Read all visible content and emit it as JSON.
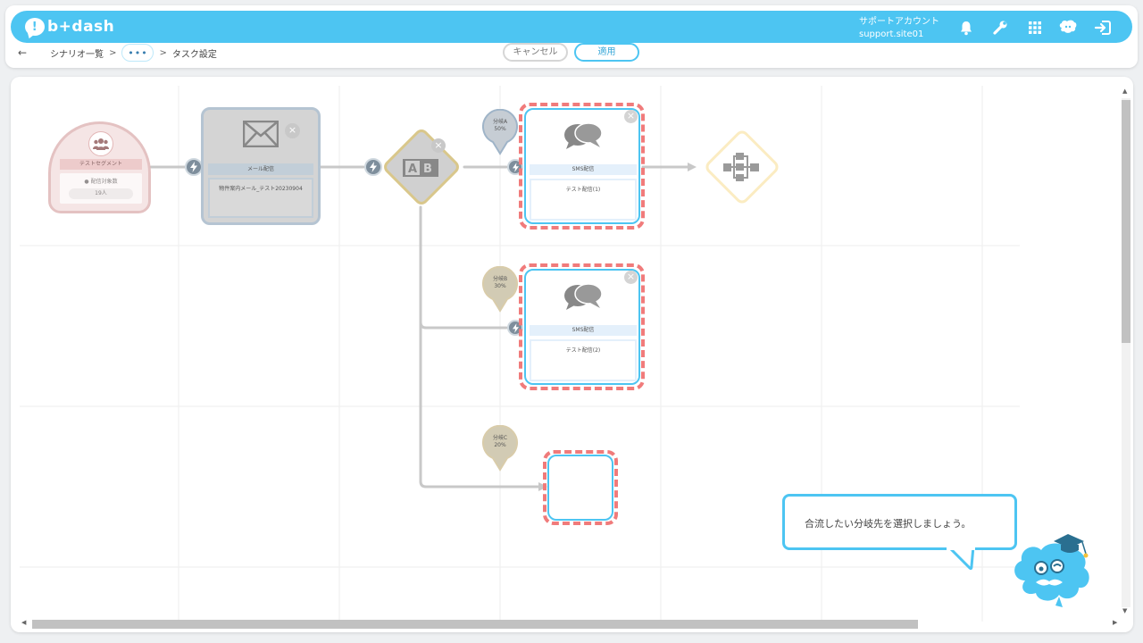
{
  "header": {
    "logo_text": "b+dash",
    "logo_mark": "!",
    "account_label": "サポートアカウント",
    "account_id": "support.site01",
    "icons": [
      "bell-icon",
      "wrench-icon",
      "grid-icon",
      "face-icon",
      "logout-icon"
    ]
  },
  "breadcrumb": {
    "back": "←",
    "scenario_list": "シナリオ一覧",
    "sep1": ">",
    "more": "•••",
    "sep2": ">",
    "current": "タスク設定"
  },
  "actions": {
    "cancel": "キャンセル",
    "apply": "適用"
  },
  "nodes": {
    "segment": {
      "label": "テストセグメント",
      "count_label": "配信対象数",
      "count": "19人"
    },
    "mail": {
      "title": "メール配信",
      "body": "物件案内メール_テスト20230904"
    },
    "ab_split": {
      "label": "AB"
    },
    "sms_a": {
      "title": "SMS配信",
      "body": "テスト配信(1)"
    },
    "sms_b": {
      "title": "SMS配信",
      "body": "テスト配信(2)"
    }
  },
  "branches": [
    {
      "name": "分岐A",
      "percent": "50%"
    },
    {
      "name": "分岐B",
      "percent": "30%"
    },
    {
      "name": "分岐C",
      "percent": "20%"
    }
  ],
  "tooltip": {
    "message": "合流したい分岐先を選択しましょう。"
  },
  "colors": {
    "brand": "#4dc5f2",
    "dash_highlight": "#f07b7b",
    "canvas_bg": "#ffffff"
  }
}
